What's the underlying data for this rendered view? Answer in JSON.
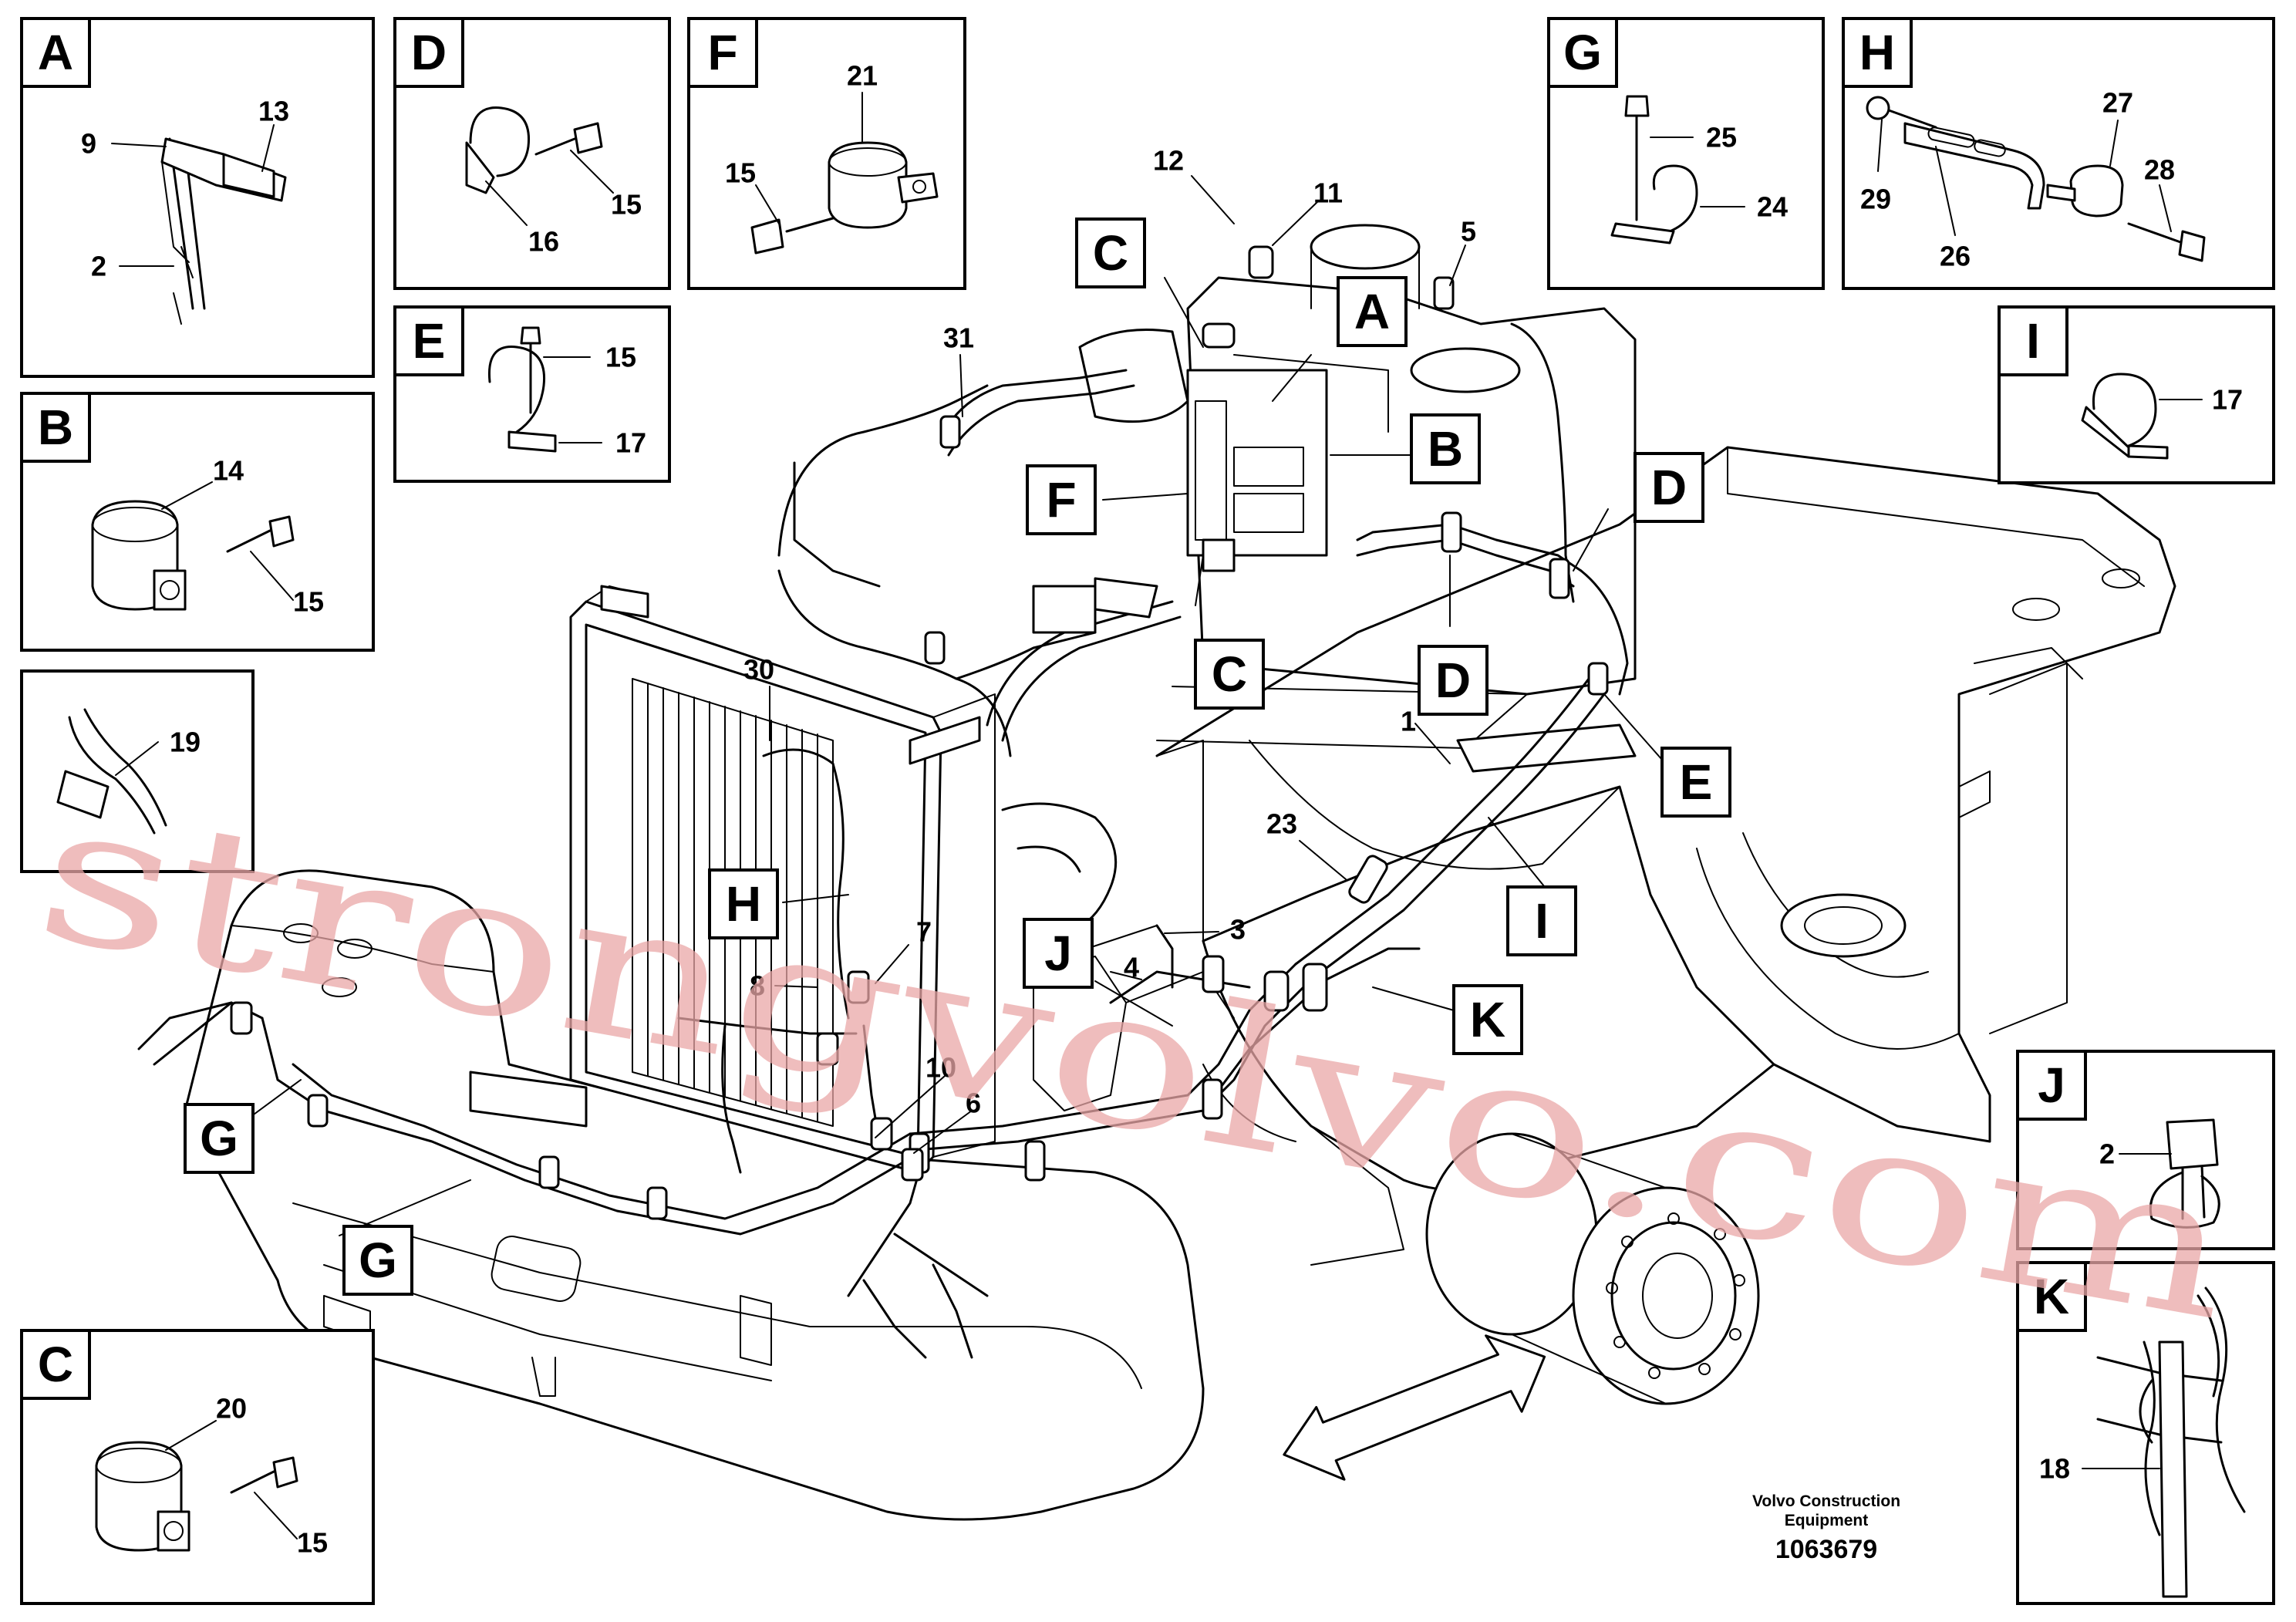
{
  "detail_panels": [
    {
      "letter": "A",
      "numbers": [
        "9",
        "13",
        "2"
      ]
    },
    {
      "letter": "B",
      "numbers": [
        "14",
        "15"
      ]
    },
    {
      "letter": "C",
      "numbers": [
        "20",
        "15"
      ]
    },
    {
      "letter": "D",
      "numbers": [
        "16",
        "15"
      ]
    },
    {
      "letter": "E",
      "numbers": [
        "15",
        "17"
      ]
    },
    {
      "letter": "F",
      "numbers": [
        "21",
        "15"
      ]
    },
    {
      "letter": "G",
      "numbers": [
        "25",
        "24"
      ]
    },
    {
      "letter": "H",
      "numbers": [
        "27",
        "29",
        "28",
        "26"
      ]
    },
    {
      "letter": "I",
      "numbers": [
        "17"
      ]
    },
    {
      "letter": "J",
      "numbers": [
        "2"
      ]
    },
    {
      "letter": "K",
      "numbers": [
        "18"
      ]
    },
    {
      "letter": "",
      "numbers": [
        "19"
      ]
    }
  ],
  "callout_letters": [
    "C",
    "A",
    "B",
    "F",
    "D",
    "C",
    "D",
    "E",
    "I",
    "H",
    "J",
    "K",
    "G",
    "G"
  ],
  "callout_numbers": [
    "12",
    "11",
    "5",
    "31",
    "30",
    "1",
    "23",
    "3",
    "7",
    "8",
    "4",
    "10",
    "6"
  ],
  "footer": {
    "company_line1": "Volvo Construction",
    "company_line2": "Equipment",
    "document_number": "1063679"
  },
  "watermark": "strongvolvo.com",
  "colors": {
    "line": "#000000",
    "background": "#ffffff",
    "watermark": "#e9a7a7"
  }
}
